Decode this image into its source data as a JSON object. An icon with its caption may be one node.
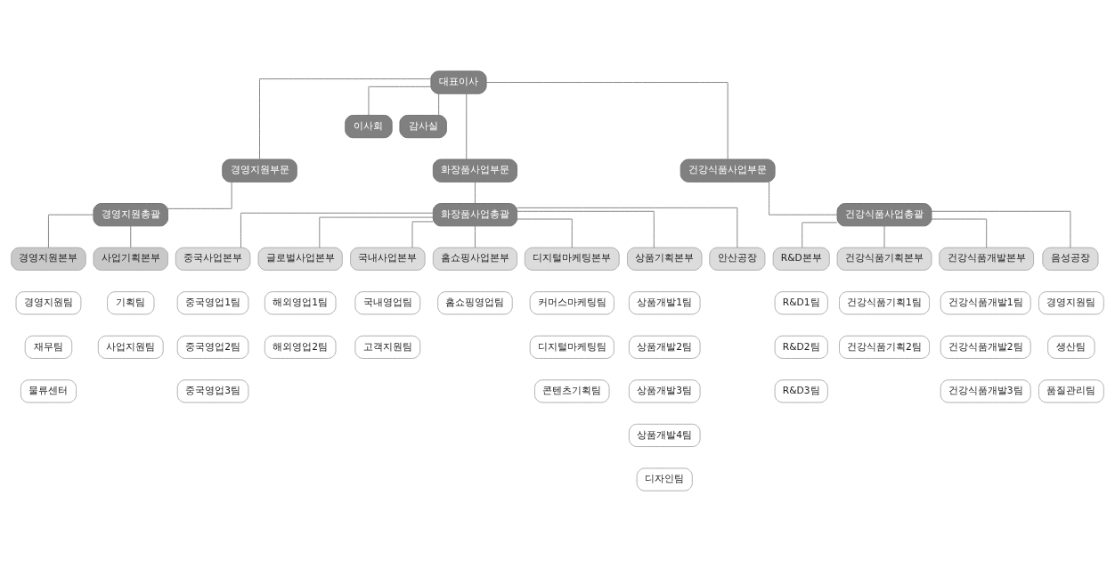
{
  "diagram": {
    "nodes": [
      {
        "text": [
          "대표이사"
        ]
      },
      {
        "text": [
          "이사회"
        ]
      },
      {
        "text": [
          "감사실"
        ]
      },
      {
        "text": [
          "경영지원부문"
        ]
      },
      {
        "text": [
          "화장품사업부문"
        ]
      },
      {
        "text": [
          "건강식품사업부문"
        ]
      },
      {
        "text": [
          "경영지원총괄"
        ]
      },
      {
        "text": [
          "화장품사업총괄"
        ]
      },
      {
        "text": [
          "건강식품사업총괄"
        ]
      },
      {
        "text": [
          "경영지원본부"
        ]
      },
      {
        "text": [
          "경영지원팀"
        ]
      },
      {
        "text": [
          "재무팀"
        ]
      },
      {
        "text": [
          "물류센터"
        ]
      },
      {
        "text": [
          "사업기획본부"
        ]
      },
      {
        "text": [
          "기획팀"
        ]
      },
      {
        "text": [
          "사업지원팀"
        ]
      },
      {
        "text": [
          "중국사업본부"
        ]
      },
      {
        "text": [
          "중국영업1팀"
        ]
      },
      {
        "text": [
          "중국영업2팀"
        ]
      },
      {
        "text": [
          "중국영업3팀"
        ]
      },
      {
        "text": [
          "글로벌사업본부"
        ]
      },
      {
        "text": [
          "해외영업1팀"
        ]
      },
      {
        "text": [
          "해외영업2팀"
        ]
      },
      {
        "text": [
          "국내사업본부"
        ]
      },
      {
        "text": [
          "국내영업팀"
        ]
      },
      {
        "text": [
          "고객지원팀"
        ]
      },
      {
        "text": [
          "홈쇼핑사업본부"
        ]
      },
      {
        "text": [
          "홈쇼핑영업팀"
        ]
      },
      {
        "text": [
          "디지털마케팅본부"
        ]
      },
      {
        "text": [
          "커머스마케팅팀"
        ]
      },
      {
        "text": [
          "디지털마케팅팀"
        ]
      },
      {
        "text": [
          "콘텐츠기획팀"
        ]
      },
      {
        "text": [
          "상품기획본부"
        ]
      },
      {
        "text": [
          "상품개발1팀"
        ]
      },
      {
        "text": [
          "상품개발2팀"
        ]
      },
      {
        "text": [
          "상품개발3팀"
        ]
      },
      {
        "text": [
          "상품개발4팀"
        ]
      },
      {
        "text": [
          "디자인팀"
        ]
      },
      {
        "text": [
          "안산공장"
        ]
      },
      {
        "text": [
          "R&D본부"
        ]
      },
      {
        "text": [
          "R&D1팀"
        ]
      },
      {
        "text": [
          "R&D2팀"
        ]
      },
      {
        "text": [
          "R&D3팀"
        ]
      },
      {
        "text": [
          "건강식품기획본부"
        ]
      },
      {
        "text": [
          "건강식품기획1팀"
        ]
      },
      {
        "text": [
          "건강식품기획2팀"
        ]
      },
      {
        "text": [
          "건강식품개발본부"
        ]
      },
      {
        "text": [
          "건강식품개발1팀"
        ]
      },
      {
        "text": [
          "건강식품개발2팀"
        ]
      },
      {
        "text": [
          "건강식품개발3팀"
        ]
      },
      {
        "text": [
          "음성공장"
        ]
      },
      {
        "text": [
          "경영지원팀"
        ]
      },
      {
        "text": [
          "생산팀"
        ]
      },
      {
        "text": [
          "품질관리팀"
        ]
      }
    ],
    "edges": [
      {
        "from": 0,
        "to": 1,
        "arrow": "none"
      },
      {
        "from": 0,
        "to": 2,
        "arrow": "none"
      },
      {
        "from": 0,
        "to": 3,
        "arrow": "none"
      },
      {
        "from": 0,
        "to": 4,
        "arrow": "none"
      },
      {
        "from": 0,
        "to": 5,
        "arrow": "none"
      },
      {
        "from": 3,
        "to": 6,
        "arrow": "none"
      },
      {
        "from": 4,
        "to": 7,
        "arrow": "none"
      },
      {
        "from": 5,
        "to": 8,
        "arrow": "none"
      },
      {
        "from": 6,
        "to": 9,
        "arrow": "none"
      },
      {
        "from": 6,
        "to": 13,
        "arrow": "none"
      },
      {
        "from": 7,
        "to": 16,
        "arrow": "none"
      },
      {
        "from": 7,
        "to": 20,
        "arrow": "none"
      },
      {
        "from": 7,
        "to": 23,
        "arrow": "none"
      },
      {
        "from": 7,
        "to": 26,
        "arrow": "none"
      },
      {
        "from": 7,
        "to": 28,
        "arrow": "none"
      },
      {
        "from": 7,
        "to": 32,
        "arrow": "none"
      },
      {
        "from": 7,
        "to": 38,
        "arrow": "none"
      },
      {
        "from": 8,
        "to": 39,
        "arrow": "none"
      },
      {
        "from": 8,
        "to": 43,
        "arrow": "none"
      },
      {
        "from": 8,
        "to": 46,
        "arrow": "none"
      },
      {
        "from": 8,
        "to": 50,
        "arrow": "none"
      }
    ]
  }
}
